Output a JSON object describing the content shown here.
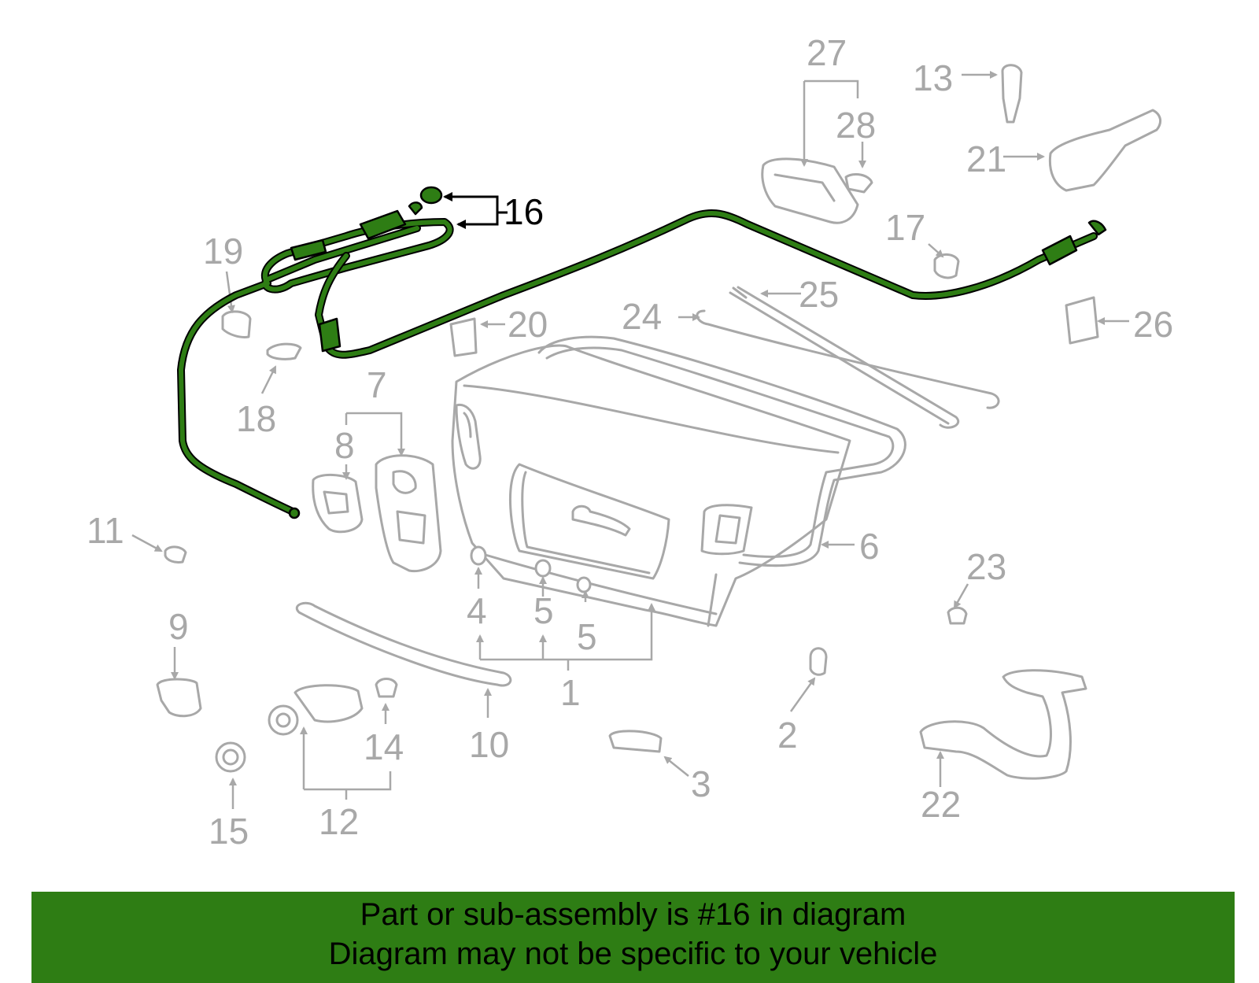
{
  "diagram": {
    "highlight_color": "#2e7d14",
    "part_color": "#a8a8a8",
    "callouts": {
      "c1": "1",
      "c2": "2",
      "c3": "3",
      "c4": "4",
      "c5a": "5",
      "c5b": "5",
      "c6": "6",
      "c7": "7",
      "c8": "8",
      "c9": "9",
      "c10": "10",
      "c11": "11",
      "c12": "12",
      "c13": "13",
      "c14": "14",
      "c15": "15",
      "c16": "16",
      "c17": "17",
      "c18": "18",
      "c19": "19",
      "c20": "20",
      "c21": "21",
      "c22": "22",
      "c23": "23",
      "c24": "24",
      "c25": "25",
      "c26": "26",
      "c27": "27",
      "c28": "28"
    }
  },
  "footer": {
    "line1": "Part or sub-assembly is #16 in diagram",
    "line2": "Diagram may not be specific to your vehicle",
    "background": "#2e7d14"
  }
}
